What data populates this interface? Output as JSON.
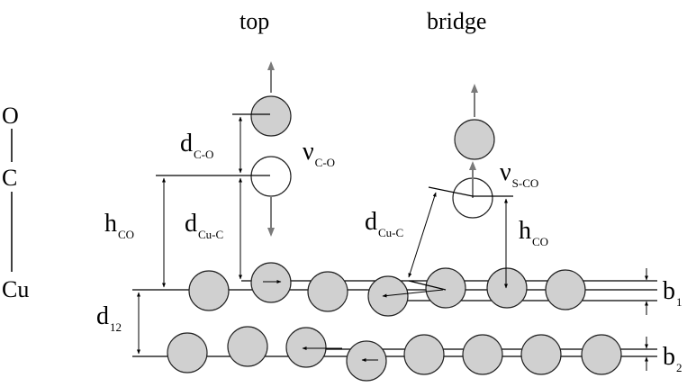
{
  "headings": {
    "top": "top",
    "bridge": "bridge"
  },
  "molecule_chain": {
    "o": "O",
    "c": "C",
    "cu": "Cu"
  },
  "top_site": {
    "d_co": {
      "main": "d",
      "sub": "C-O"
    },
    "nu_co": {
      "main": "ν",
      "sub": "C-O"
    },
    "h_co": {
      "main": "h",
      "sub": "CO"
    },
    "d_cuc": {
      "main": "d",
      "sub": "Cu-C"
    }
  },
  "bridge_site": {
    "nu_sco": {
      "main": "ν",
      "sub": "S-CO"
    },
    "d_cuc": {
      "main": "d",
      "sub": "Cu-C"
    },
    "h_co": {
      "main": "h",
      "sub": "CO"
    }
  },
  "layers": {
    "d12": {
      "main": "d",
      "sub": "12"
    },
    "b1": {
      "main": "b",
      "sub": "1"
    },
    "b2": {
      "main": "b",
      "sub": "2"
    }
  },
  "colors": {
    "atom_fill": "#d0d0d0",
    "atom_stroke": "#222222",
    "arrow_gray": "#7a7a7a",
    "line": "#000000"
  }
}
